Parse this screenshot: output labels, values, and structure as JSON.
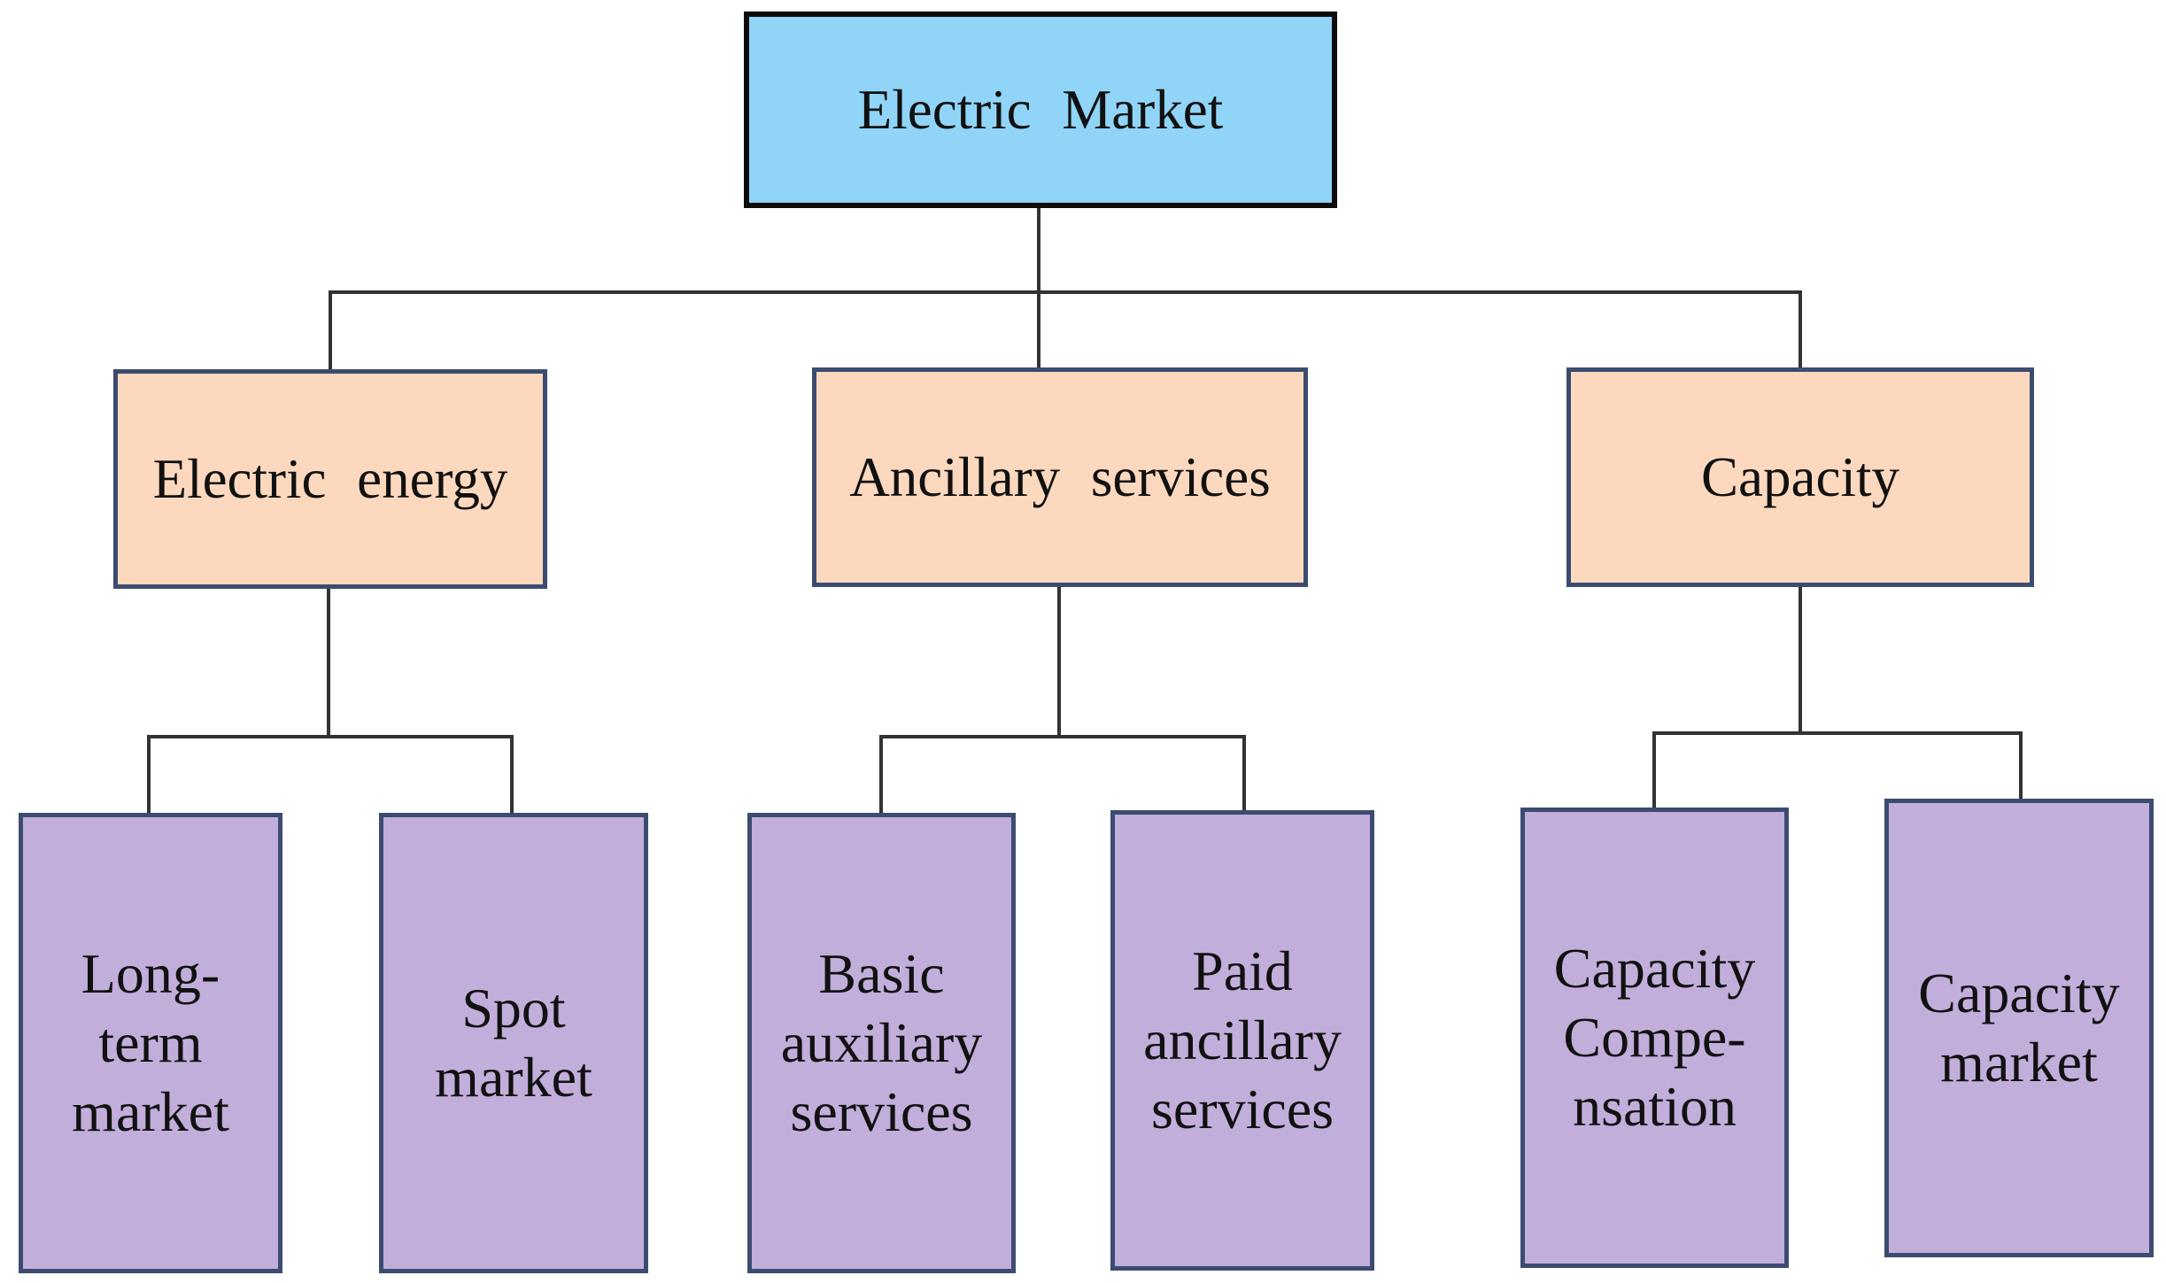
{
  "colors": {
    "root_fill": "#90D4F8",
    "root_border": "#0B0B0B",
    "branch_fill": "#FCD9BE",
    "leaf_fill": "#C2AEDB",
    "box_border": "#3C4C70",
    "line": "#333333",
    "text": "#111111",
    "background": "#FFFFFF"
  },
  "nodes": {
    "root": {
      "label": "Electric Market"
    },
    "branches": [
      {
        "label": "Electric energy"
      },
      {
        "label": "Ancillary services"
      },
      {
        "label": "Capacity"
      }
    ],
    "leaves": [
      {
        "label": "Long-\nterm\nmarket"
      },
      {
        "label": "Spot\nmarket"
      },
      {
        "label": "Basic\nauxiliary\nservices"
      },
      {
        "label": "Paid\nancillary\nservices"
      },
      {
        "label": "Capacity\nCompe-\nnsation"
      },
      {
        "label": "Capacity\nmarket"
      }
    ]
  }
}
